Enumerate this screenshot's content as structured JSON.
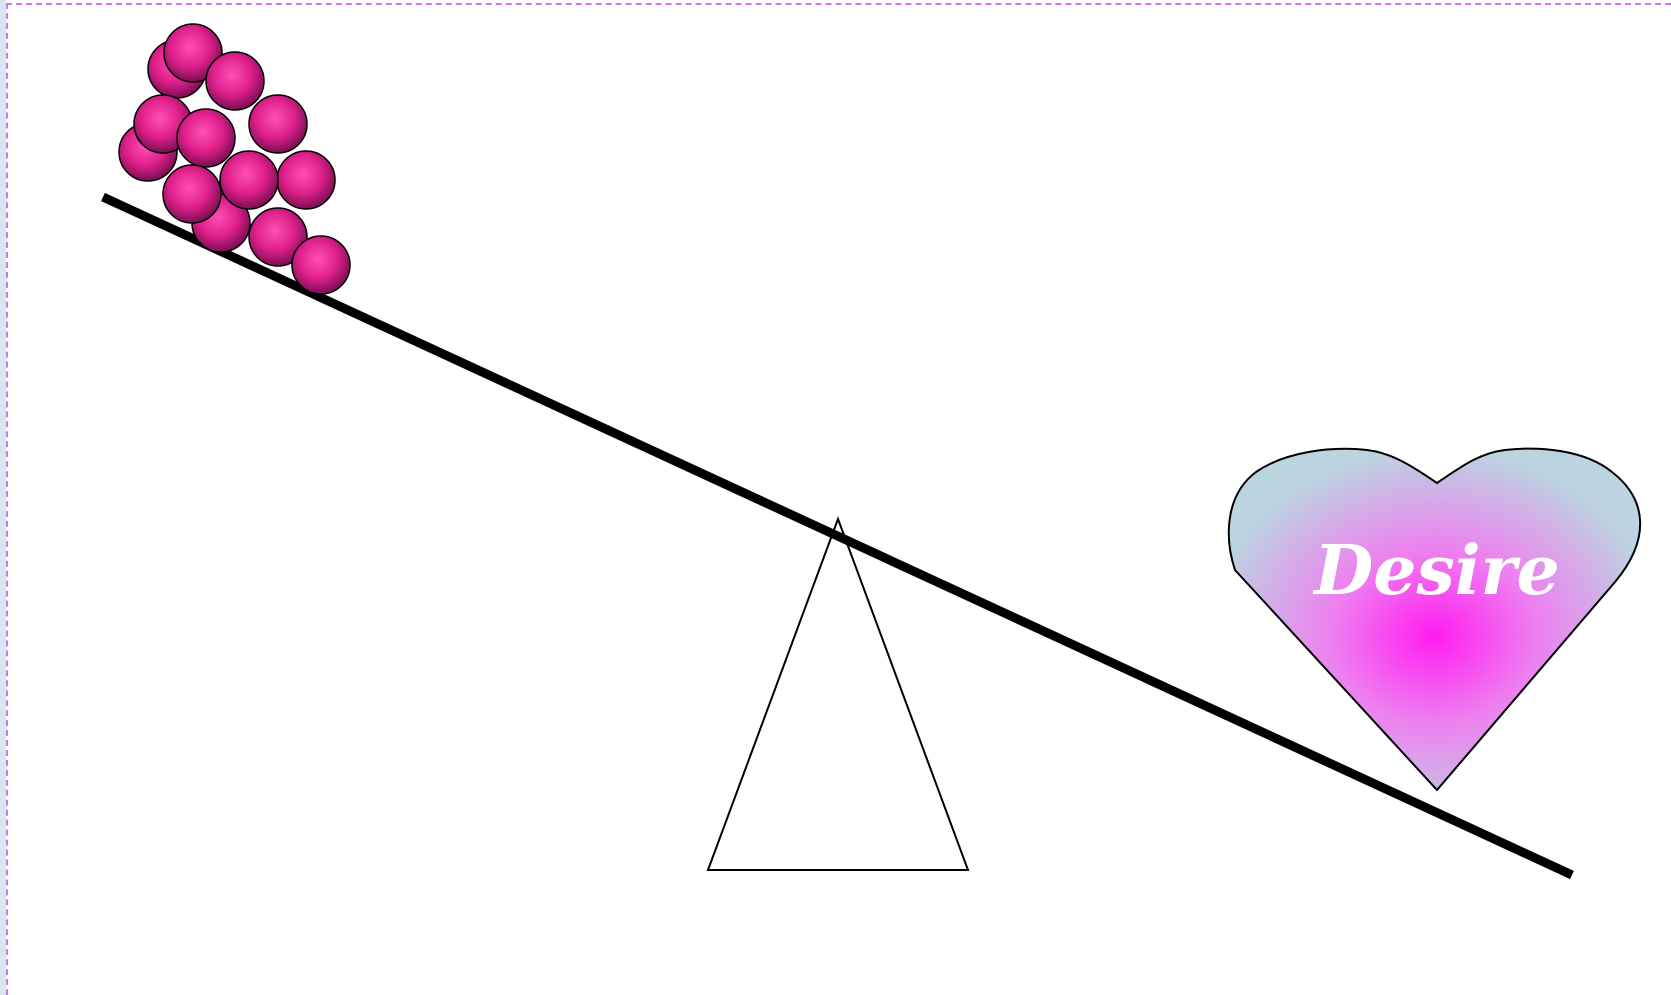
{
  "diagram": {
    "heart_label": "Desire",
    "colors": {
      "beam": "#000000",
      "ball_base": "#e0208c",
      "ball_highlight": "#ff4fb4",
      "ball_shadow": "#7a0f52",
      "heart_center": "#ff1cf0",
      "heart_edge": "#bcd4e0",
      "heart_text": "#ffffff",
      "page_border": "#c77be8"
    },
    "icons": {
      "balls": "ball-cluster",
      "fulcrum": "triangle-fulcrum",
      "heart": "heart-icon"
    }
  }
}
